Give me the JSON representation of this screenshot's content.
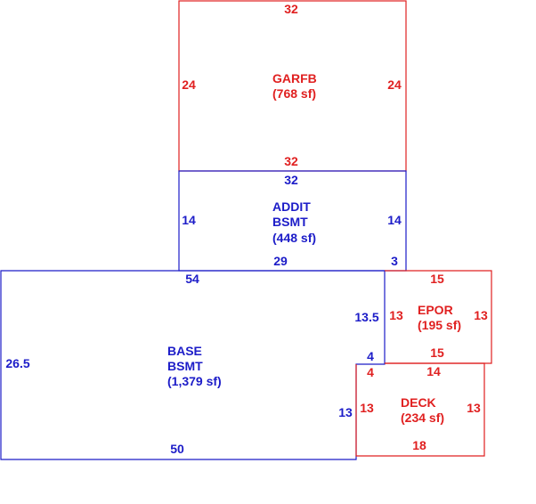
{
  "colors": {
    "red": "#e02020",
    "blue": "#1c1cc8"
  },
  "areas": {
    "garfb": {
      "name": "GARFB",
      "area": "(768 sf)",
      "color": "red",
      "dims": {
        "top": "32",
        "left": "24",
        "right": "24",
        "bottom": "32"
      }
    },
    "addit": {
      "name_line1": "ADDIT",
      "name_line2": "BSMT",
      "area": "(448 sf)",
      "color": "blue",
      "dims": {
        "top": "32",
        "left": "14",
        "right": "14",
        "bottom_left": "29",
        "bottom_right": "3"
      }
    },
    "base": {
      "name_line1": "BASE",
      "name_line2": "BSMT",
      "area": "(1,379 sf)",
      "color": "blue",
      "dims": {
        "top": "54",
        "left": "26.5",
        "right_upper": "13.5",
        "step": "4",
        "right_lower": "13",
        "bottom": "50"
      }
    },
    "epor": {
      "name": "EPOR",
      "area": "(195 sf)",
      "color": "red",
      "dims": {
        "top": "15",
        "left": "13",
        "right": "13",
        "bottom": "15"
      }
    },
    "deck": {
      "name": "DECK",
      "area": "(234 sf)",
      "color": "red",
      "dims": {
        "top": "14",
        "step": "4",
        "left": "13",
        "right": "13",
        "bottom": "18"
      }
    }
  }
}
